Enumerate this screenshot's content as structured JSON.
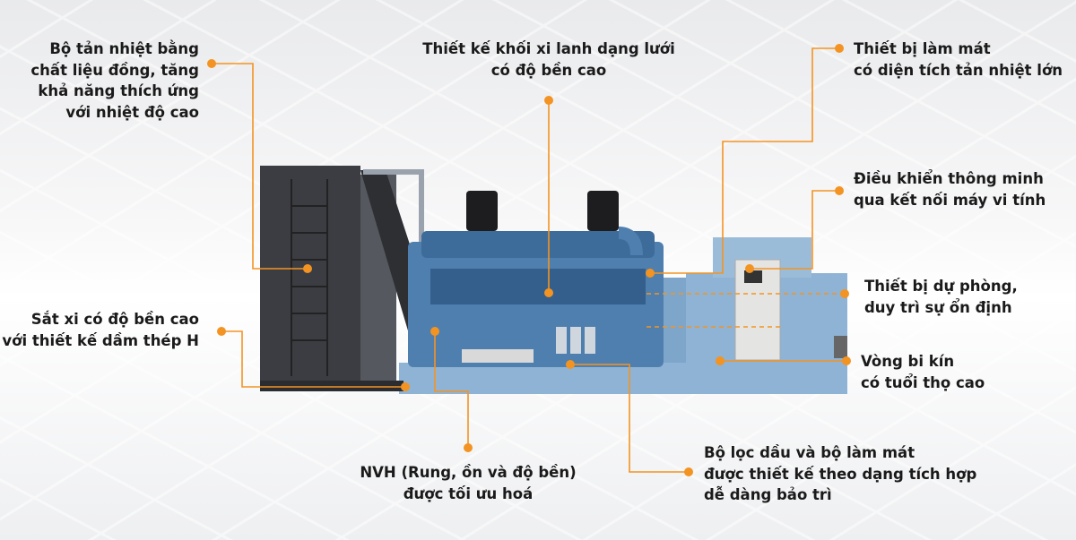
{
  "accent_color": "#f39322",
  "callouts": {
    "radiator": [
      "Bộ tản nhiệt bằng",
      "chất liệu đồng, tăng",
      "khả năng thích ứng",
      "với nhiệt độ cao"
    ],
    "cylinder": [
      "Thiết kế khối xi lanh dạng lưới",
      "có độ bền cao"
    ],
    "cooling": [
      "Thiết bị làm mát",
      "có diện tích tản nhiệt lớn"
    ],
    "control": [
      "Điều khiển thông minh",
      "qua kết nối máy vi tính"
    ],
    "backup": [
      "Thiết bị dự phòng,",
      "duy trì sự ổn định"
    ],
    "chassis": [
      "Sắt xi có độ bền cao",
      "với thiết kế dầm thép H"
    ],
    "bearing": [
      "Vòng bi kín",
      "có tuổi thọ cao"
    ],
    "nvh": [
      "NVH (Rung, ồn và độ bền)",
      "được tối ưu hoá"
    ],
    "filter": [
      "Bộ lọc dầu và bộ làm mát",
      "được thiết kế theo dạng tích hợp",
      "dễ dàng bảo trì"
    ]
  }
}
